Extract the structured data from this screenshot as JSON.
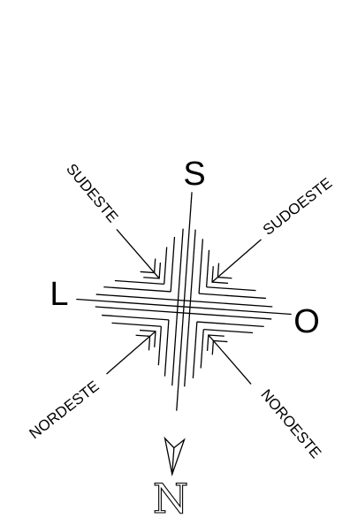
{
  "compass": {
    "cardinals": {
      "top": "S",
      "left": "L",
      "right": "O",
      "bottom": "N"
    },
    "intercardinals": {
      "top_left": "SUDESTE",
      "top_right": "SUDOESTE",
      "bottom_left": "NORDESTE",
      "bottom_right": "NOROESTE"
    }
  }
}
